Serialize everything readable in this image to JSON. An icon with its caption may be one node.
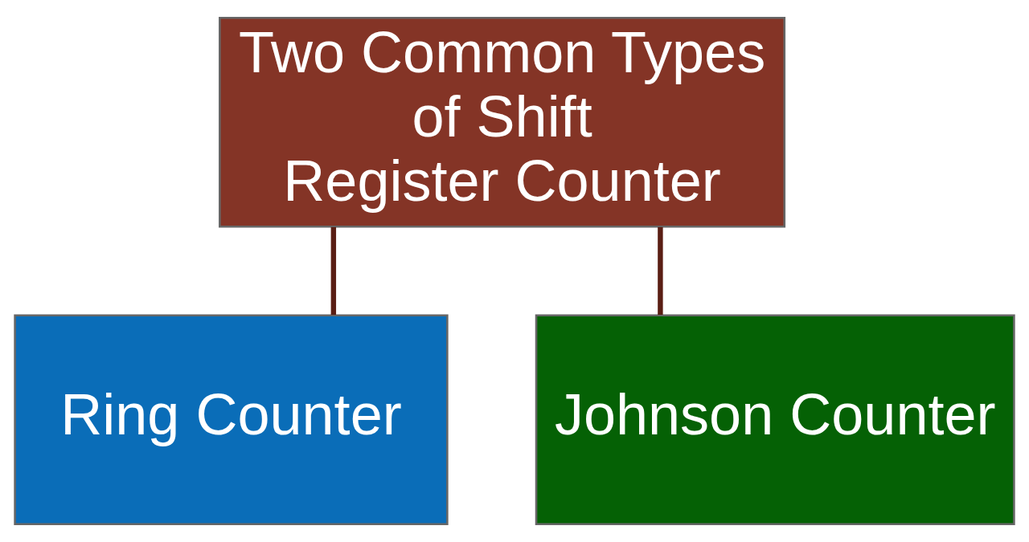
{
  "diagram": {
    "nodes": [
      {
        "text": [
          "Two Common Types of Shift Register Counter"
        ]
      },
      {
        "text": [
          "Ring Counter"
        ]
      },
      {
        "text": [
          "Johnson Counter"
        ]
      }
    ],
    "edges": [
      {
        "from": 0,
        "to": 1,
        "arrow": "none"
      },
      {
        "from": 0,
        "to": 2,
        "arrow": "none"
      }
    ]
  }
}
